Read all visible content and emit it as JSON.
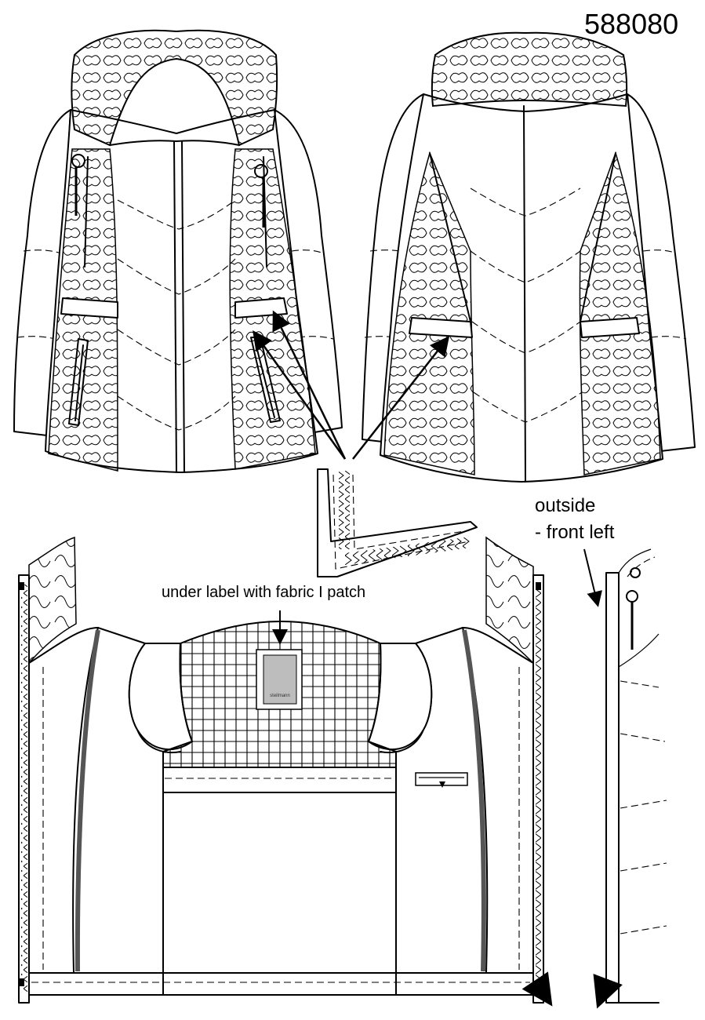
{
  "sheet": {
    "style_number": "588080",
    "annotations": {
      "outside_line1": "outside",
      "outside_line2": "- front left",
      "under_label": "under label with fabric I patch",
      "label_brand": "steilmann"
    }
  },
  "colors": {
    "line": "#000000",
    "piping": "#555555",
    "label_patch": "#bdbdbd",
    "background": "#ffffff"
  }
}
